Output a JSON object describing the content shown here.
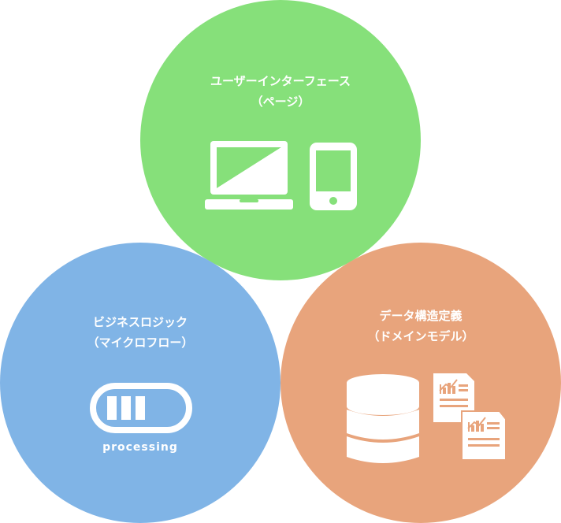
{
  "circles": {
    "ui": {
      "title": "ユーザーインターフェース",
      "subtitle": "（ページ）",
      "color": "#86e07a"
    },
    "business": {
      "title": "ビジネスロジック",
      "subtitle": "（マイクロフロー）",
      "caption": "processing",
      "color": "#80b4e6"
    },
    "data": {
      "title": "データ構造定義",
      "subtitle": "（ドメインモデル）",
      "color": "#e8a47c"
    }
  },
  "icons": {
    "ui": [
      "laptop-icon",
      "tablet-icon"
    ],
    "business": [
      "progress-bar-icon"
    ],
    "data": [
      "database-icon",
      "report-document-icon"
    ]
  }
}
